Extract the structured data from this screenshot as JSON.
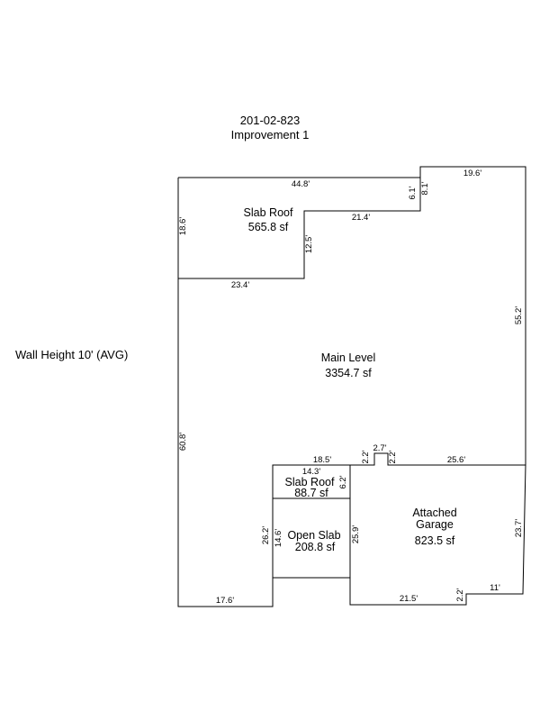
{
  "header": {
    "parcel": "201-02-823",
    "improvement": "Improvement 1"
  },
  "wall_height": "Wall Height 10' (AVG)",
  "areas": {
    "slab_roof_top": {
      "name": "Slab Roof",
      "area": "565.8 sf"
    },
    "main_level": {
      "name": "Main Level",
      "area": "3354.7 sf"
    },
    "slab_roof_small": {
      "name": "Slab Roof",
      "area": "88.7 sf"
    },
    "open_slab": {
      "name": "Open Slab",
      "area": "208.8 sf"
    },
    "garage": {
      "name_line1": "Attached",
      "name_line2": "Garage",
      "area": "823.5 sf"
    }
  },
  "dimensions": {
    "top_left": "44.8'",
    "top_right": "19.6'",
    "step_6_1": "6.1'",
    "step_8_1": "8.1'",
    "slab_left": "18.6'",
    "slab_step_horiz": "21.4'",
    "slab_step_vert": "12.5'",
    "slab_bottom": "23.4'",
    "right_side": "55.2'",
    "left_side": "60.8'",
    "bottom_left": "17.6'",
    "inner_top": "18.5'",
    "notch_left": "2.2'",
    "notch_top": "2.7'",
    "notch_right": "2.2'",
    "garage_top": "25.6'",
    "small_slab_top": "14.3'",
    "small_slab_right": "6.2'",
    "open_slab_left_outer": "26.2'",
    "open_slab_left_inner": "14.6'",
    "garage_left": "25.9'",
    "garage_right": "23.7'",
    "garage_bottom": "21.5'",
    "garage_step_vert": "2.2'",
    "garage_step_horiz": "11'"
  }
}
